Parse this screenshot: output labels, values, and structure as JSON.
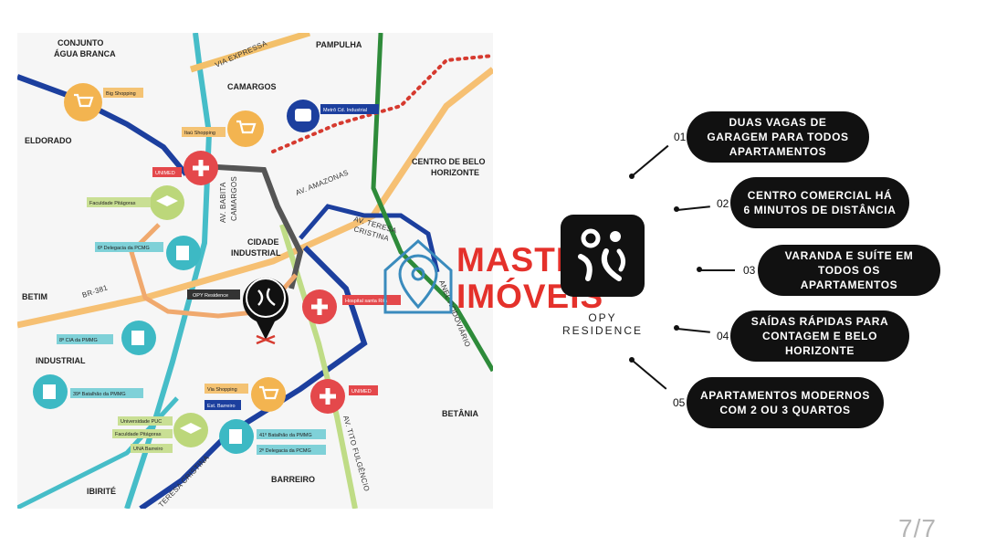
{
  "map": {
    "areas": {
      "conjunto_1": "CONJUNTO",
      "conjunto_2": "ÁGUA BRANCA",
      "pampulha": "PAMPULHA",
      "camargos": "CAMARGOS",
      "eldorado": "ELDORADO",
      "centro_1": "CENTRO DE BELO",
      "centro_2": "HORIZONTE",
      "cidade_1": "CIDADE",
      "cidade_2": "INDUSTRIAL",
      "betim": "BETIM",
      "industrial": "INDUSTRIAL",
      "betania": "BETÂNIA",
      "barreiro": "BARREIRO",
      "ibirite": "IBIRITÉ"
    },
    "roads": {
      "via_expressa": "VIA EXPRESSA",
      "av_babita_1": "AV. BABITA",
      "av_babita_2": "CAMARGOS",
      "av_amazonas": "AV. AMAZONAS",
      "av_teresa_1": "AV. TERESA",
      "av_teresa_2": "CRISTINA",
      "br381": "BR-381",
      "anel": "ANEL RODOVIÁRIO",
      "av_tito": "AV. TITO FULGÊNCIO",
      "teresa_cristina": "TERESA CRISTINA"
    },
    "tags": {
      "big_shopping": "Big Shopping",
      "itau_shopping": "Itaú Shopping",
      "metro": "Metrô Cd. Industrial",
      "unimed_1": "UNIMED",
      "faculdade_1": "Faculdade Pitágoras",
      "delegacia_6": "6ª Delegacia da PCMG",
      "opy": "OPY Residence",
      "hospital": "Hospital santa Rita",
      "cia_8": "8ª CIA da PMMG",
      "batalhao_39": "39ª Batalhão da PMMG",
      "via_shopping": "Via Shopping",
      "est_barreiro": "Est. Barreiro",
      "unimed_2": "UNIMED",
      "univ_puc": "Universidade PUC",
      "faculdade_2": "Faculdade Pitágoras",
      "una_barreiro": "UNA Barreiro",
      "batalhao_41": "41º Batalhão da PMMG",
      "delegacia_2": "2º Delegacia da PCMG"
    }
  },
  "brand": {
    "word1": "MASTER",
    "word2": "IMÓVEIS",
    "subtitle": "OPY RESIDENCE"
  },
  "features": [
    {
      "num": "01",
      "text": "DUAS VAGAS DE GARAGEM PARA TODOS APARTAMENTOS"
    },
    {
      "num": "02",
      "text": "CENTRO COMERCIAL HÁ 6 MINUTOS DE DISTÂNCIA"
    },
    {
      "num": "03",
      "text": "VARANDA E SUÍTE EM TODOS OS APARTAMENTOS"
    },
    {
      "num": "04",
      "text": "SAÍDAS RÁPIDAS PARA CONTAGEM E BELO HORIZONTE"
    },
    {
      "num": "05",
      "text": "APARTAMENTOS MODERNOS COM 2 OU 3 QUARTOS"
    }
  ],
  "pager": "7/7",
  "colors": {
    "red": "#e4312b",
    "dark_blue": "#1c3f9e",
    "teal": "#3db9c4",
    "green": "#2e8b3a",
    "orange": "#f2b14c",
    "lime": "#b8d87a"
  }
}
